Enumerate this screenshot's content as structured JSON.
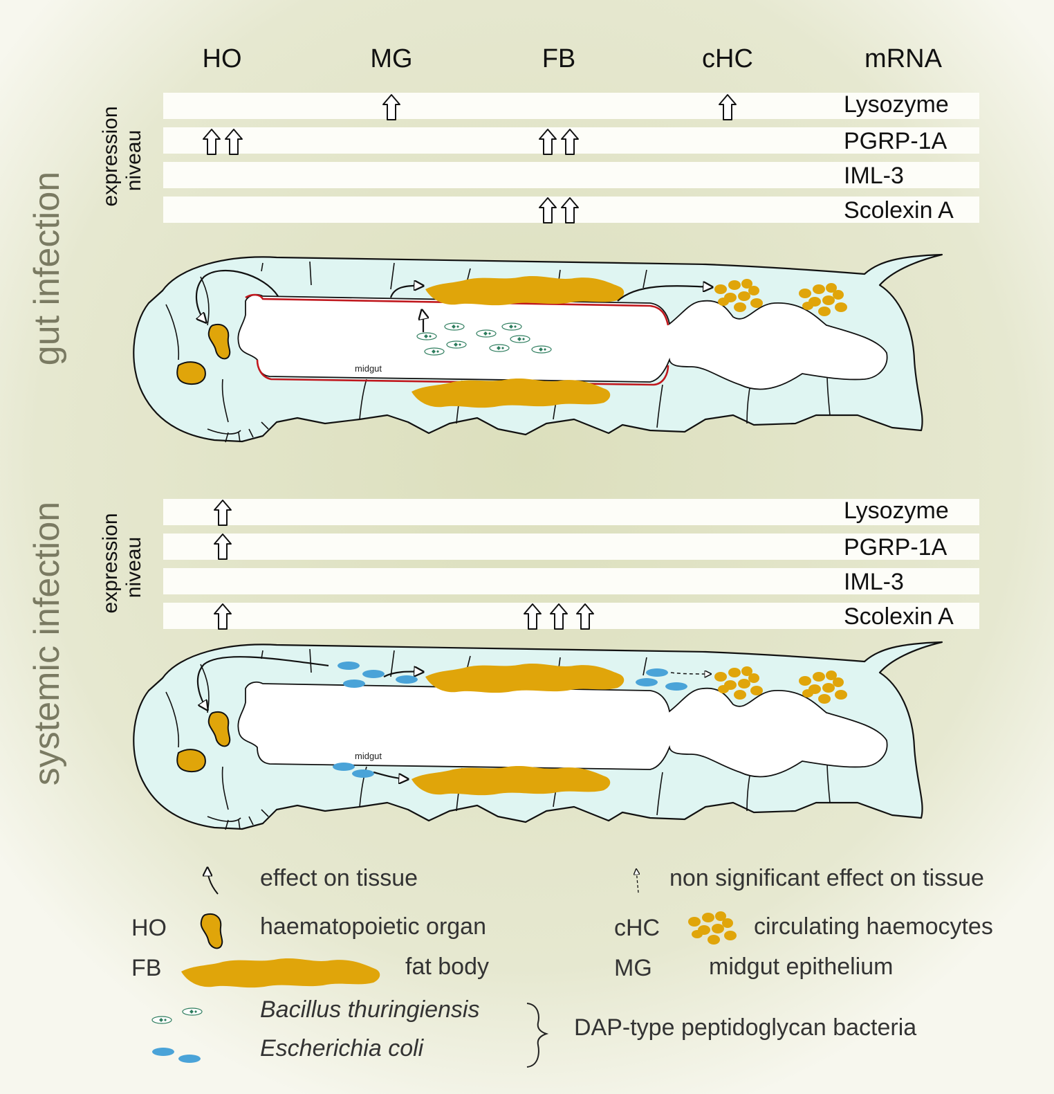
{
  "columns": {
    "ho": "HO",
    "mg": "MG",
    "fb": "FB",
    "chc": "cHC",
    "mrna": "mRNA"
  },
  "panels": {
    "gut": {
      "title": "gut infection",
      "axis_label_1": "expression",
      "axis_label_2": "niveau",
      "midgut_label": "midgut",
      "genes": [
        "Lysozyme",
        "PGRP-1A",
        "IML-3",
        "Scolexin A"
      ],
      "arrow_counts": {
        "Lysozyme": {
          "HO": 0,
          "MG": 1,
          "FB": 0,
          "cHC": 1
        },
        "PGRP-1A": {
          "HO": 2,
          "MG": 0,
          "FB": 2,
          "cHC": 0
        },
        "IML-3": {
          "HO": 0,
          "MG": 0,
          "FB": 0,
          "cHC": 0
        },
        "Scolexin A": {
          "HO": 0,
          "MG": 0,
          "FB": 2,
          "cHC": 0
        }
      }
    },
    "systemic": {
      "title": "systemic infection",
      "axis_label_1": "expression",
      "axis_label_2": "niveau",
      "midgut_label": "midgut",
      "genes": [
        "Lysozyme",
        "PGRP-1A",
        "IML-3",
        "Scolexin A"
      ],
      "arrow_counts": {
        "Lysozyme": {
          "HO": 1,
          "MG": 0,
          "FB": 0,
          "cHC": 0
        },
        "PGRP-1A": {
          "HO": 1,
          "MG": 0,
          "FB": 0,
          "cHC": 0
        },
        "IML-3": {
          "HO": 0,
          "MG": 0,
          "FB": 0,
          "cHC": 0
        },
        "Scolexin A": {
          "HO": 1,
          "MG": 0,
          "FB": 3,
          "cHC": 0
        }
      }
    }
  },
  "legend": {
    "effect": "effect on tissue",
    "nonsig": "non significant effect on tissue",
    "ho_abbr": "HO",
    "ho_text": "haematopoietic organ",
    "chc_abbr": "cHC",
    "chc_text": "circulating haemocytes",
    "fb_abbr": "FB",
    "fb_text": "fat body",
    "mg_abbr": "MG",
    "mg_text": "midgut epithelium",
    "bt": "Bacillus thuringiensis",
    "ec": "Escherichia coli",
    "dap": "DAP-type peptidoglycan bacteria"
  },
  "colors": {
    "background": "#eceede",
    "body_fill": "#dff5f2",
    "tissue_orange": "#e0a50a",
    "midgut_red": "#c0171d",
    "ecoli_blue": "#4aa3d8",
    "bt_green": "#2e7d5e",
    "title_gray": "#7a7a62"
  }
}
